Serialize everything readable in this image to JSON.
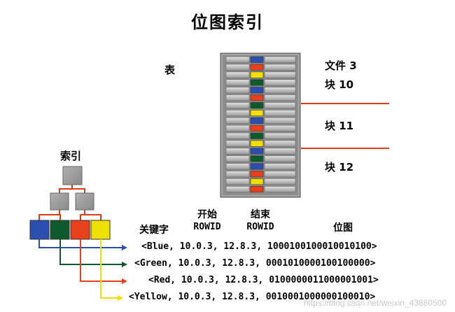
{
  "title": "位图索引",
  "table": {
    "label": "表",
    "file_label": "文件 3",
    "blocks": [
      "块 10",
      "块 11",
      "块 12"
    ],
    "row_colors": [
      "blue",
      "red",
      "yellow",
      "green",
      "blue",
      "red",
      "green",
      "yellow",
      "blue",
      "red",
      "green",
      "yellow",
      "blue",
      "green",
      "blue",
      "red",
      "yellow",
      "red"
    ]
  },
  "index": {
    "label": "索引",
    "leaf_colors": [
      "blue",
      "green",
      "red",
      "yellow"
    ]
  },
  "headers": {
    "key": "关键字",
    "start": "开始",
    "start_rowid": "ROWID",
    "end": "结束",
    "end_rowid": "ROWID",
    "bitmap": "位图"
  },
  "entries": [
    {
      "key": "<Blue,",
      "start": "10.0.3,",
      "end": "12.8.3,",
      "bitmap": "1000100100010010100>",
      "color": "blue"
    },
    {
      "key": "<Green,",
      "start": "10.0.3,",
      "end": "12.8.3,",
      "bitmap": "0001010000100100000>",
      "color": "green"
    },
    {
      "key": "<Red,",
      "start": "10.0.3,",
      "end": "12.8.3,",
      "bitmap": "0100000011000001001>",
      "color": "red"
    },
    {
      "key": "<Yellow,",
      "start": "10.0.3,",
      "end": "12.8.3,",
      "bitmap": "0010001000000100010>",
      "color": "yellow"
    }
  ],
  "watermark": "https://blog.csdn.net/weixin_43880500",
  "colors": {
    "blue": "#2a4fb0",
    "green": "#0f5a2c",
    "red": "#e8401c",
    "yellow": "#f0e000",
    "connector_red": "#e03c14",
    "gray_dark": "#7a7a7a",
    "gray_light": "#bdbdbd"
  }
}
